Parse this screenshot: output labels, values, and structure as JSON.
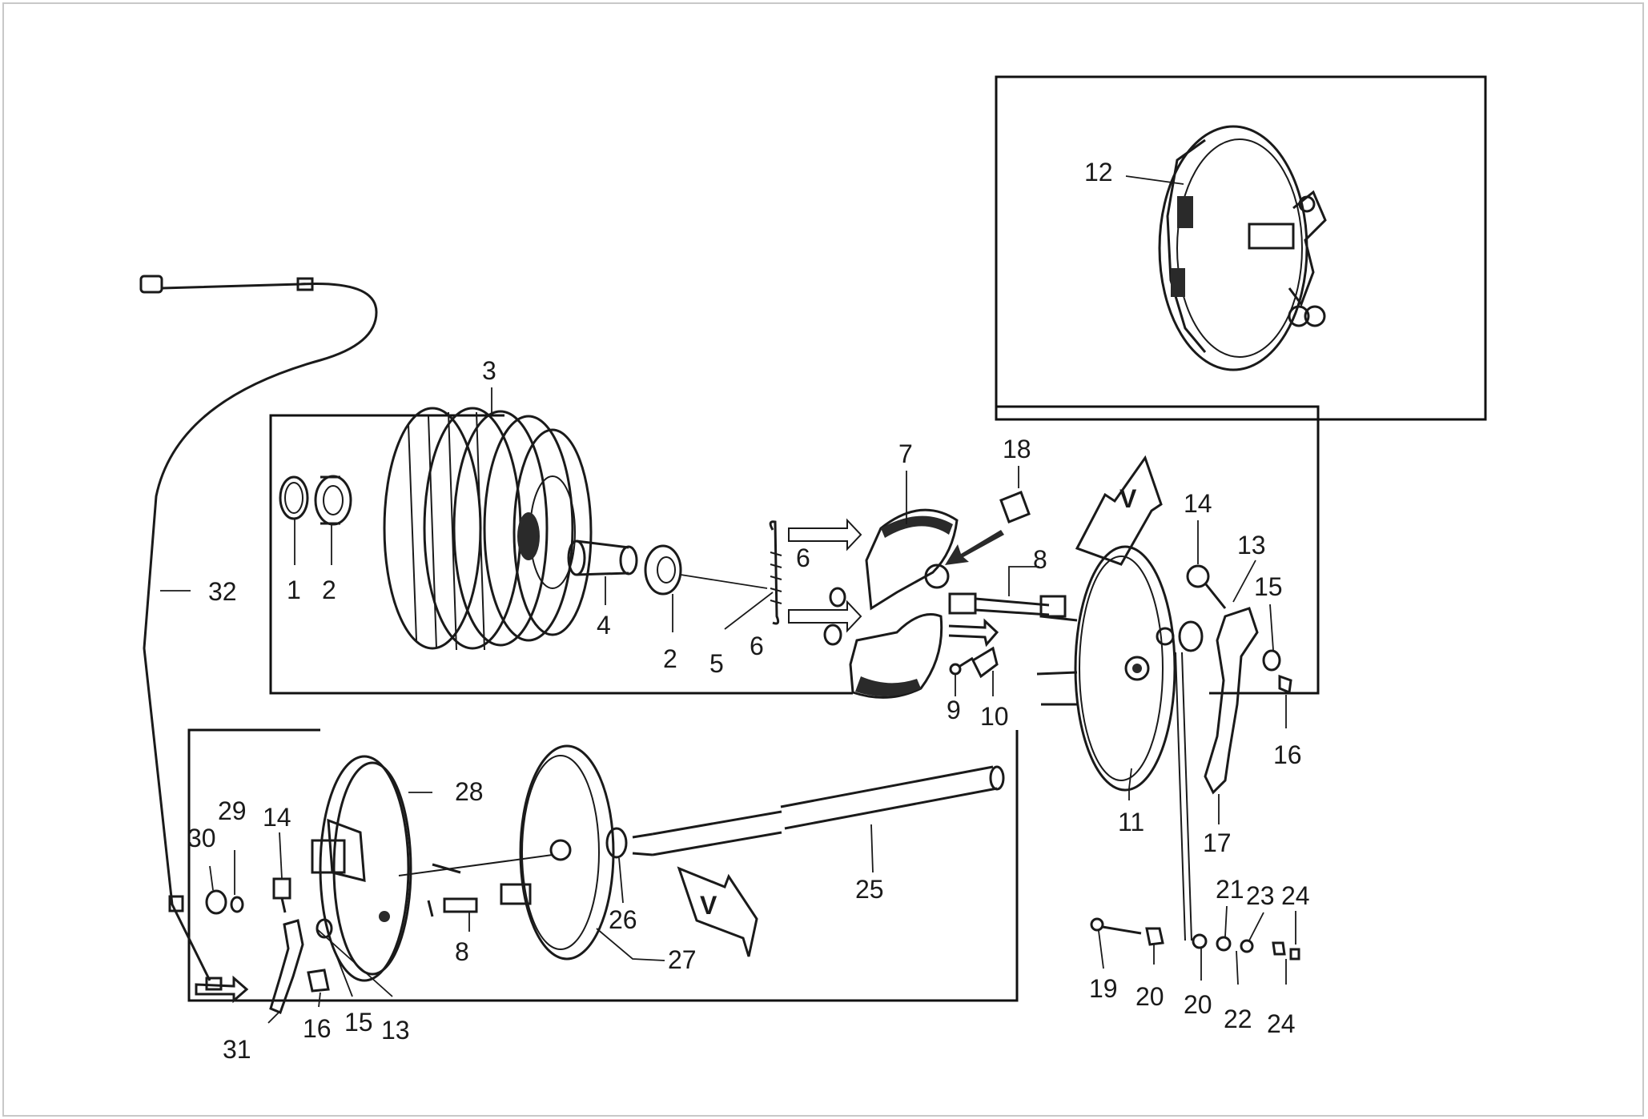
{
  "diagram": {
    "part_numbers": {
      "p1": "1",
      "p2a": "2",
      "p2b": "2",
      "p3": "3",
      "p4": "4",
      "p5": "5",
      "p6a": "6",
      "p6b": "6",
      "p7": "7",
      "p8a": "8",
      "p8b": "8",
      "p9": "9",
      "p10": "10",
      "p11": "11",
      "p12": "12",
      "p13a": "13",
      "p13b": "13",
      "p14a": "14",
      "p14b": "14",
      "p15a": "15",
      "p15b": "15",
      "p16a": "16",
      "p16b": "16",
      "p17": "17",
      "p18": "18",
      "p19": "19",
      "p20a": "20",
      "p20b": "20",
      "p21": "21",
      "p22": "22",
      "p23": "23",
      "p24a": "24",
      "p24b": "24",
      "p25": "25",
      "p26": "26",
      "p27": "27",
      "p28": "28",
      "p29": "29",
      "p30": "30",
      "p31": "31",
      "p32": "32"
    },
    "direction_marks": {
      "arrow_top": "V",
      "arrow_bottom": "V"
    }
  }
}
